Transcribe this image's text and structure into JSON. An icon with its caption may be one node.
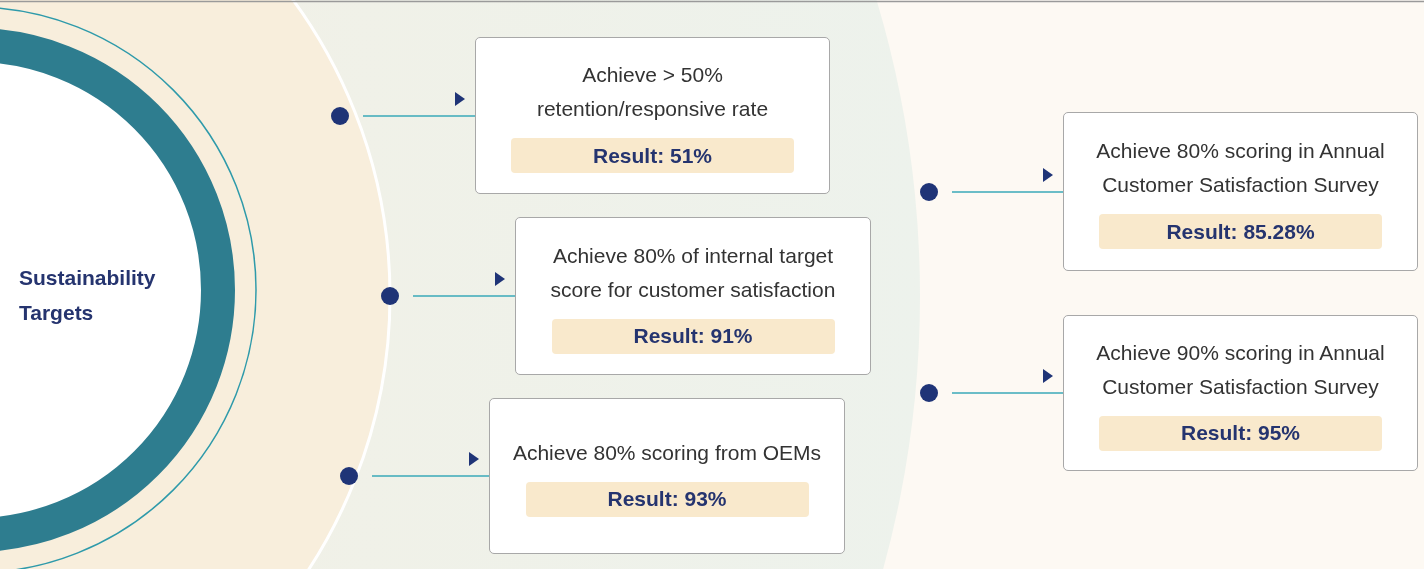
{
  "diagram": {
    "nodes": [
      {
        "text": [
          "Sustainability Targets"
        ]
      },
      {
        "text": [],
        "shape": "circle"
      },
      {
        "text": [
          "Achieve > 50% retention/responsive rate",
          "Result: 51%"
        ]
      },
      {
        "text": [],
        "shape": "circle"
      },
      {
        "text": [
          "Achieve 80% of internal target score for customer satisfaction",
          "Result: 91%"
        ]
      },
      {
        "text": [],
        "shape": "circle"
      },
      {
        "text": [
          "Achieve 80% scoring from OEMs",
          "Result: 93%"
        ]
      },
      {
        "text": [],
        "shape": "circle"
      },
      {
        "text": [
          "Achieve 80% scoring in Annual Customer Satisfaction Survey",
          "Result: 85.28%"
        ]
      },
      {
        "text": [],
        "shape": "circle"
      },
      {
        "text": [
          "Achieve 90% scoring in Annual Customer Satisfaction Survey",
          "Result: 95%"
        ]
      }
    ],
    "edges": [
      {
        "from": 1,
        "to": 2,
        "arrow": "none"
      },
      {
        "from": 3,
        "to": 4,
        "arrow": "none"
      },
      {
        "from": 5,
        "to": 6,
        "arrow": "none"
      },
      {
        "from": 7,
        "to": 8,
        "arrow": "none"
      },
      {
        "from": 9,
        "to": 10,
        "arrow": "none"
      }
    ]
  }
}
